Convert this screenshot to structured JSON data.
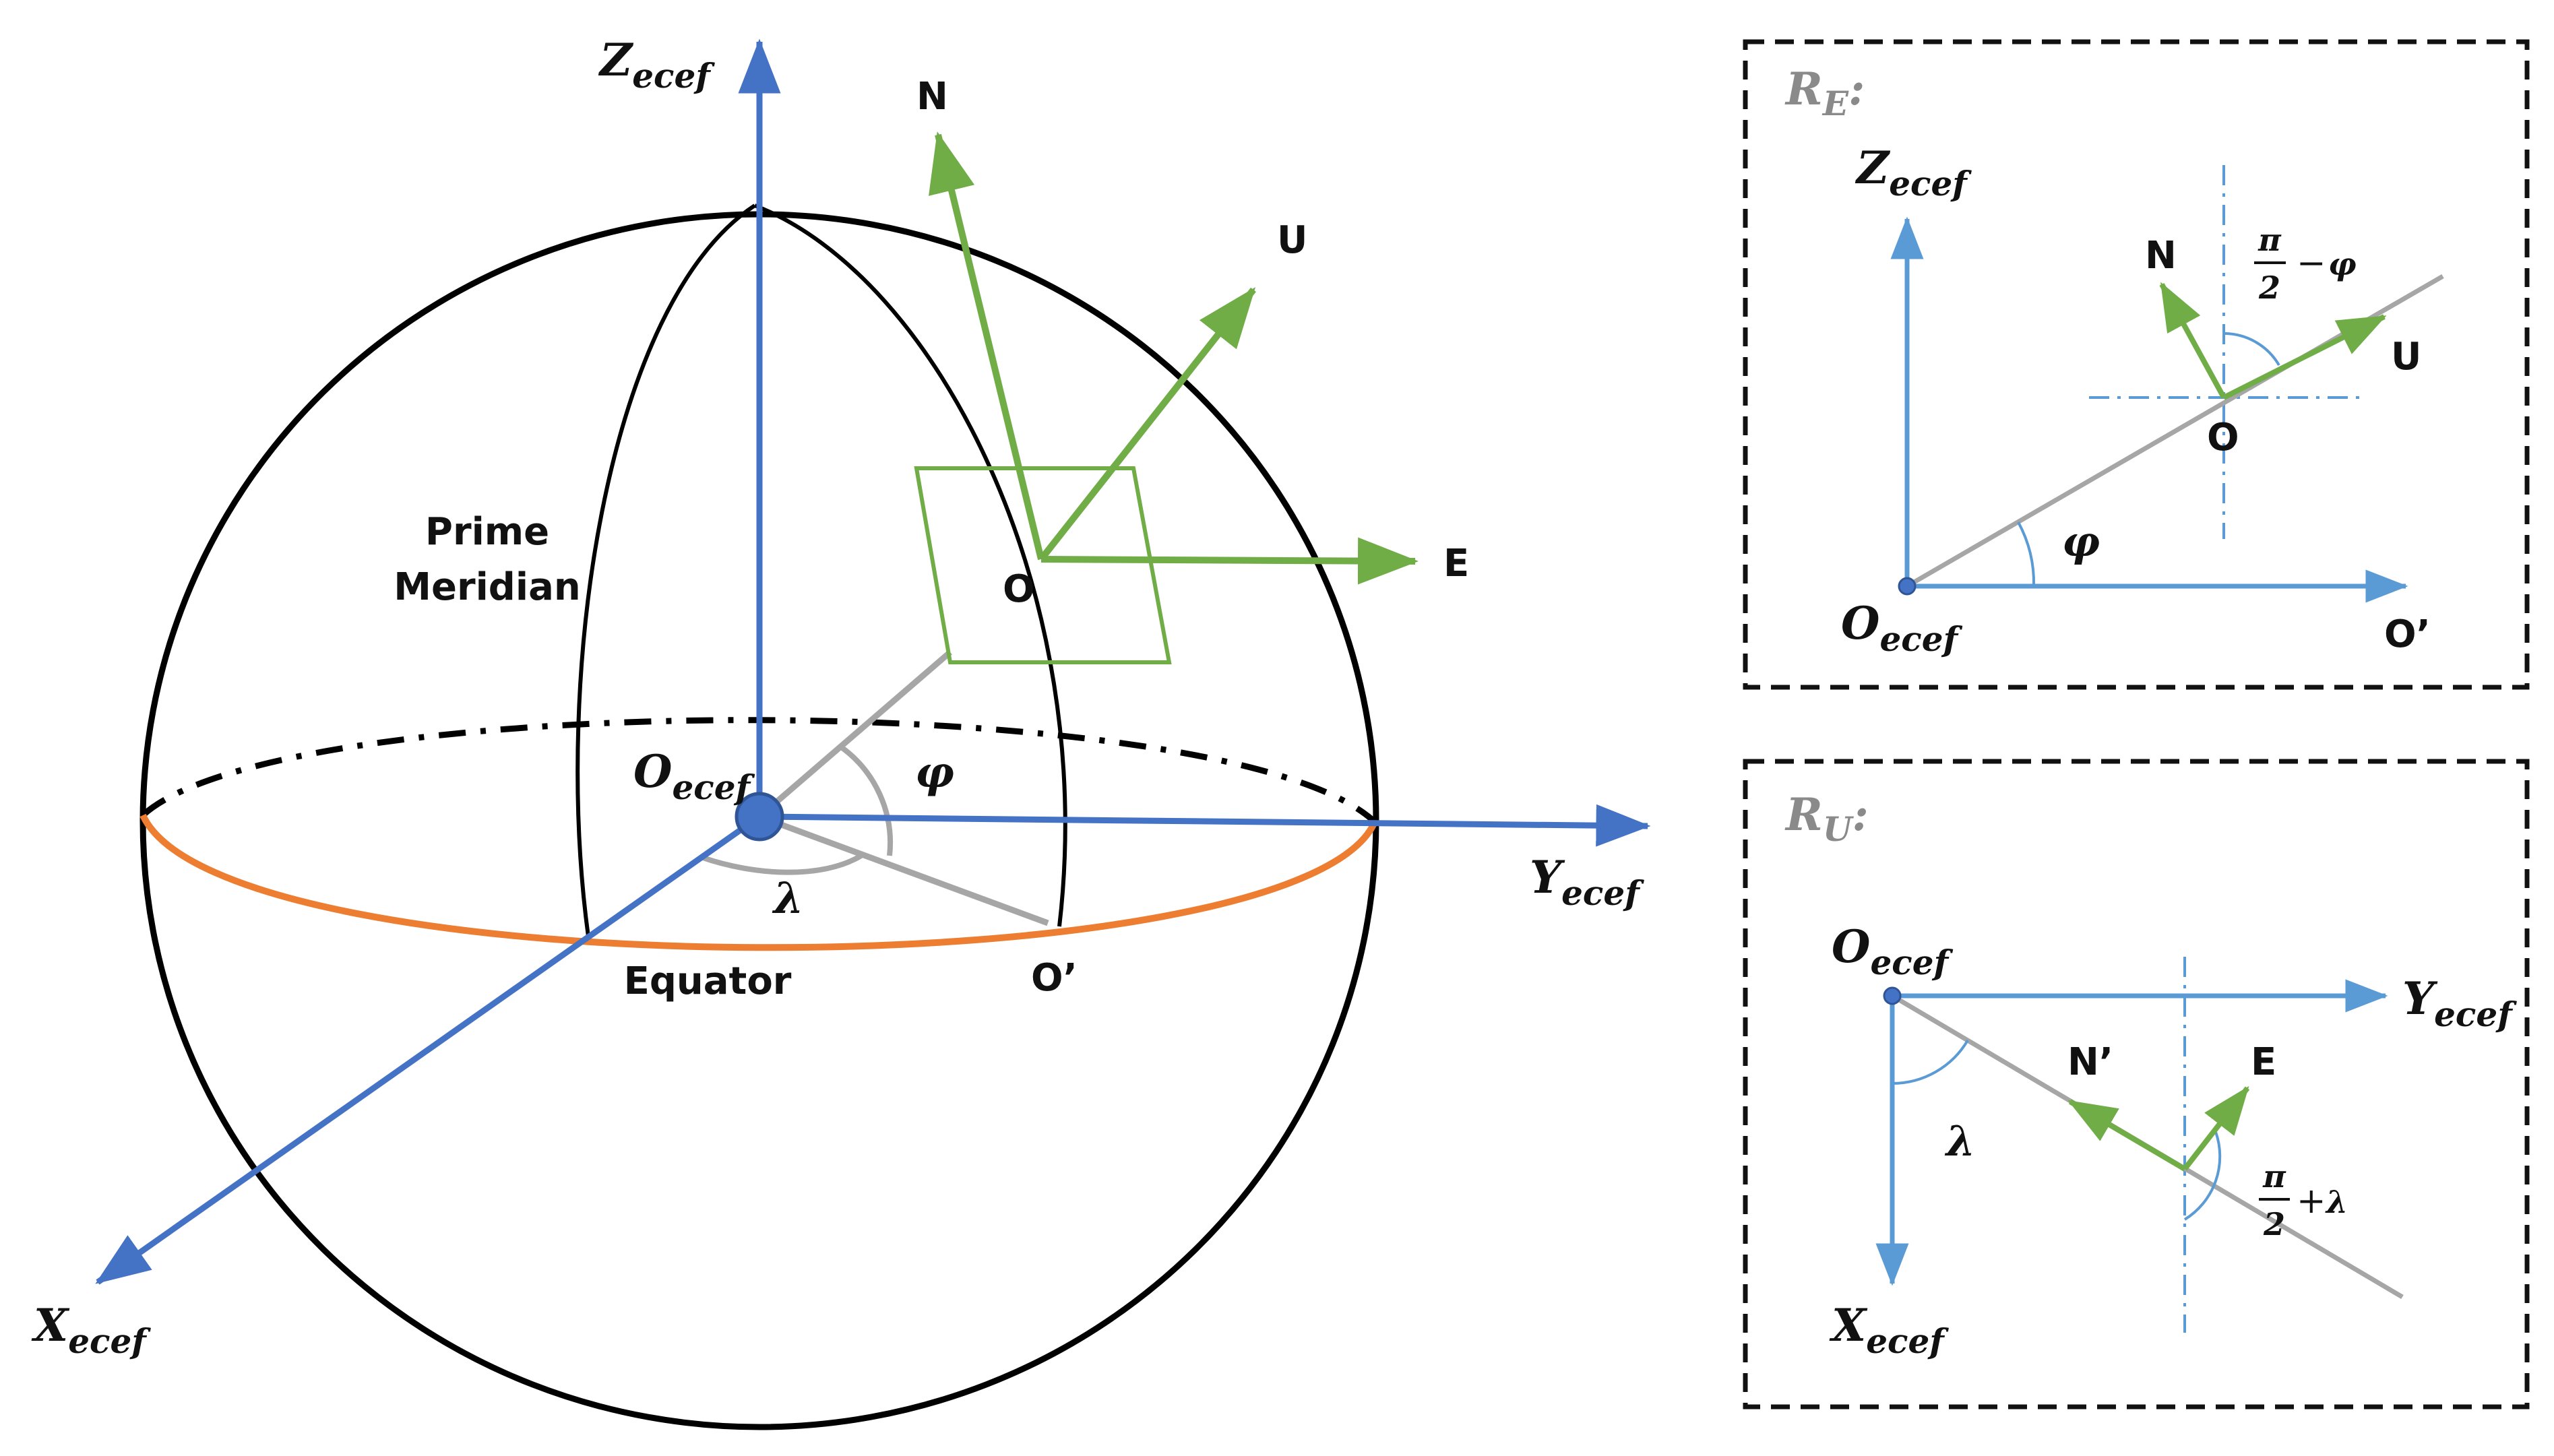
{
  "colors": {
    "axis_dark": "#4472C4",
    "axis_light": "#5B9BD5",
    "enu": "#70AD47",
    "equator": "#ED7D31",
    "construction": "#A6A6A6",
    "outline": "#000000",
    "panel_label": "#8A8A8A"
  },
  "main": {
    "z_axis": {
      "main": "Z",
      "sub": "ecef"
    },
    "y_axis": {
      "main": "Y",
      "sub": "ecef"
    },
    "x_axis": {
      "main": "X",
      "sub": "ecef"
    },
    "origin": {
      "main": "O",
      "sub": "ecef"
    },
    "north": "N",
    "up": "U",
    "east": "E",
    "point_o": "O",
    "point_o_prime": "O’",
    "phi": "φ",
    "lambda": "λ",
    "prime_meridian_line1": "Prime",
    "prime_meridian_line2": "Meridian",
    "equator": "Equator"
  },
  "panel_re": {
    "title": {
      "main": "R",
      "sub": "E",
      "suffix": ":"
    },
    "z_axis": {
      "main": "Z",
      "sub": "ecef"
    },
    "origin": {
      "main": "O",
      "sub": "ecef"
    },
    "o_prime": "O’",
    "north": "N",
    "up": "U",
    "point_o": "O",
    "phi": "φ",
    "angle": {
      "num": "π",
      "den": "2",
      "op": "−",
      "var": "φ"
    }
  },
  "panel_ru": {
    "title": {
      "main": "R",
      "sub": "U",
      "suffix": ":"
    },
    "origin": {
      "main": "O",
      "sub": "ecef"
    },
    "y_axis": {
      "main": "Y",
      "sub": "ecef"
    },
    "x_axis": {
      "main": "X",
      "sub": "ecef"
    },
    "north_prime": "N’",
    "east": "E",
    "lambda": "λ",
    "angle": {
      "num": "π",
      "den": "2",
      "op": "+",
      "var": "λ"
    }
  }
}
